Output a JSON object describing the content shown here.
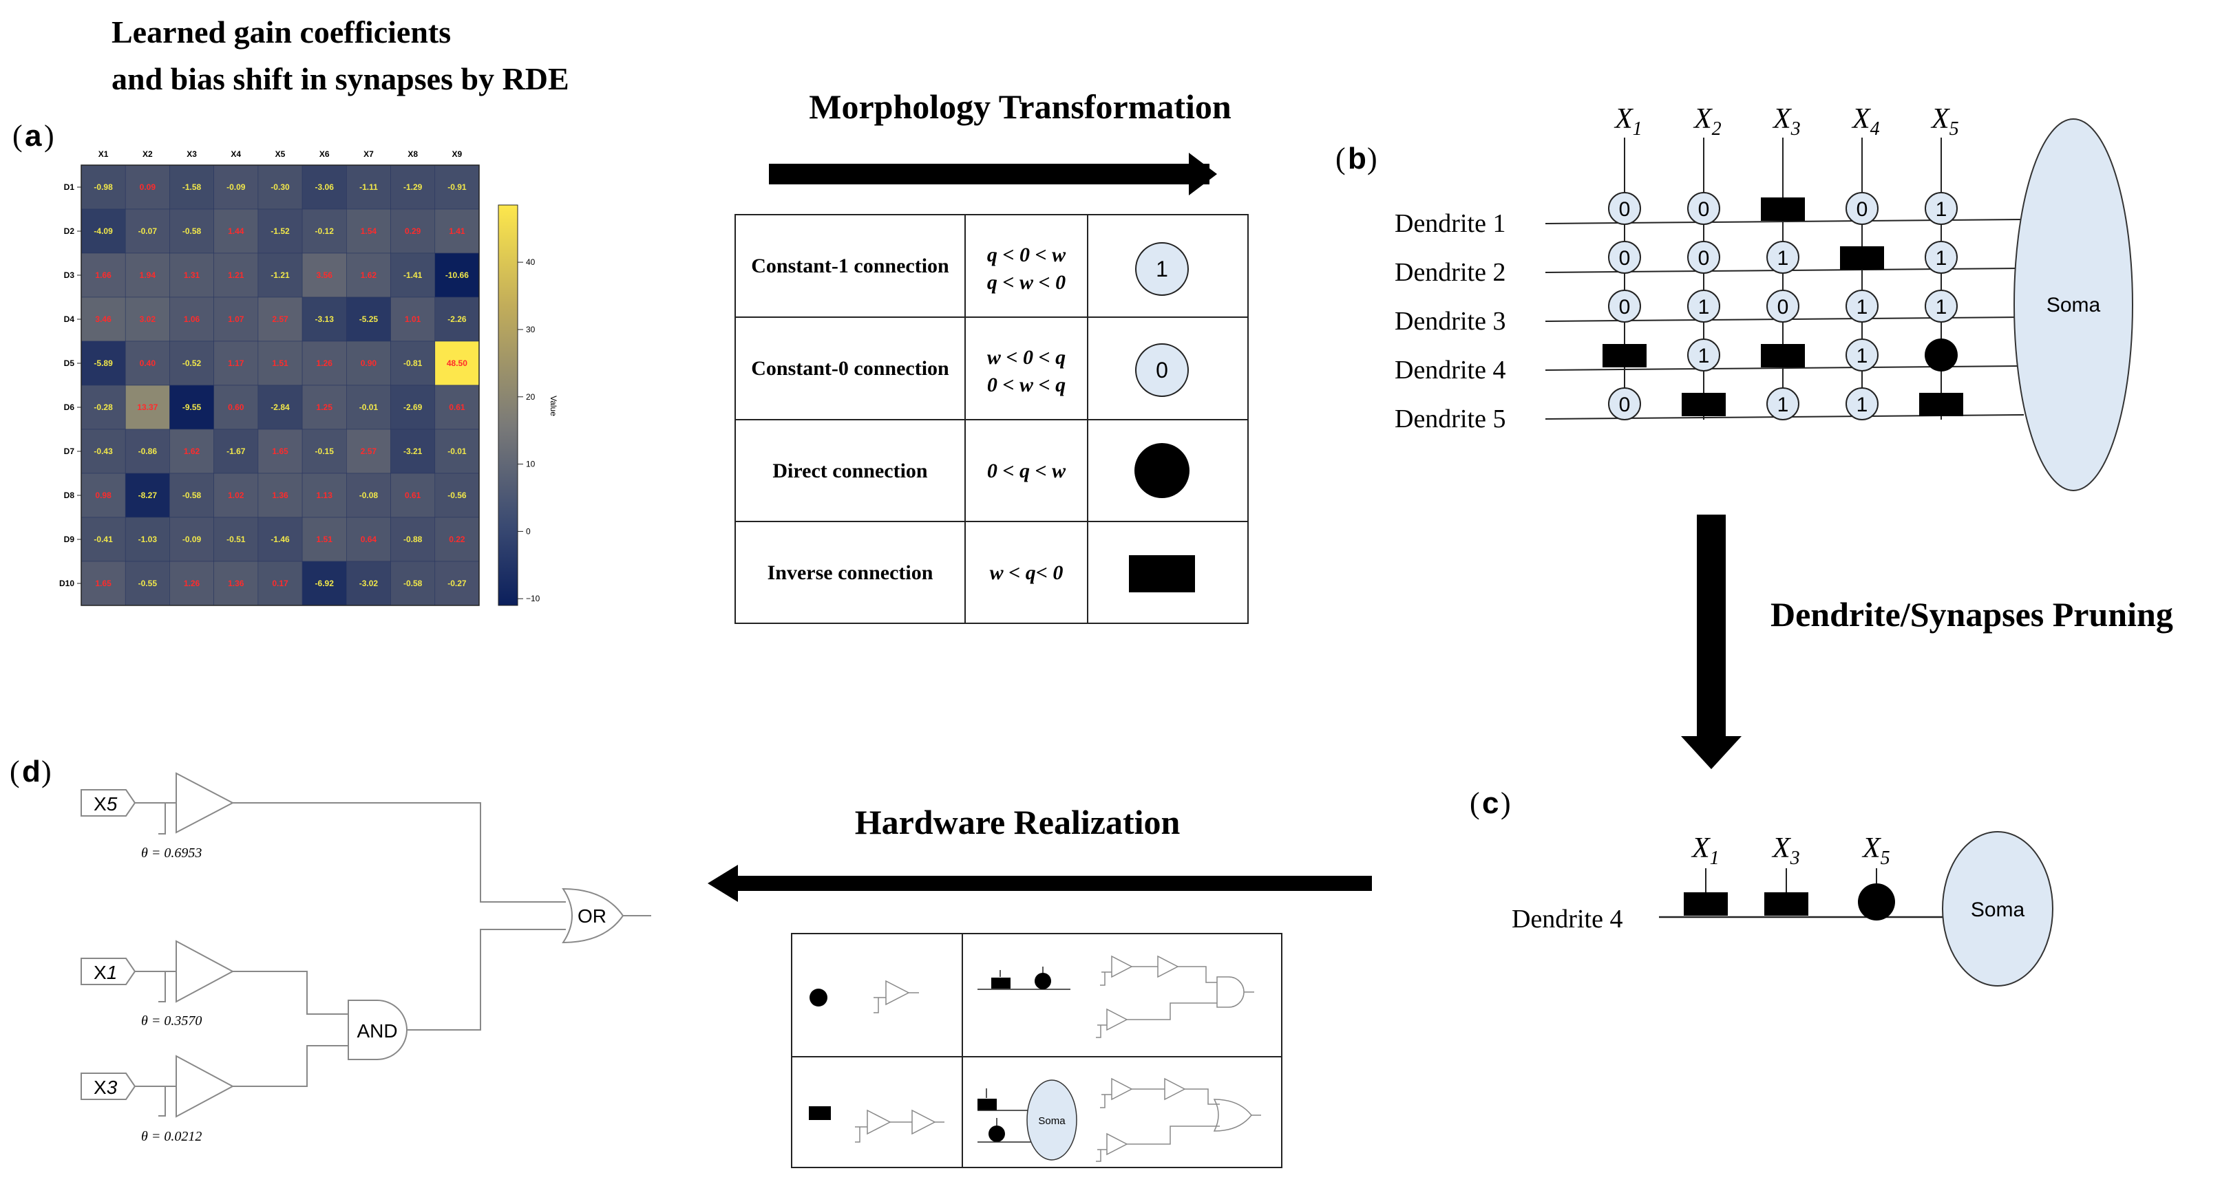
{
  "heatmap": {
    "title_line1": "Learned gain coefficients",
    "title_line2": "and bias shift in synapses by RDE",
    "panel_label": "a",
    "cols": [
      "X1",
      "X2",
      "X3",
      "X4",
      "X5",
      "X6",
      "X7",
      "X8",
      "X9"
    ],
    "rows": [
      "D1",
      "D2",
      "D3",
      "D4",
      "D5",
      "D6",
      "D7",
      "D8",
      "D9",
      "D10"
    ],
    "cells": [
      [
        "-0.98",
        "0.09",
        "-1.58",
        "-0.09",
        "-0.30",
        "-3.06",
        "-1.11",
        "-1.29",
        "-0.91"
      ],
      [
        "-4.09",
        "-0.07",
        "-0.58",
        "1.44",
        "-1.52",
        "-0.12",
        "1.54",
        "0.29",
        "1.41"
      ],
      [
        "1.66",
        "1.94",
        "1.31",
        "1.21",
        "-1.21",
        "3.56",
        "1.62",
        "-1.41",
        "-10.66"
      ],
      [
        "3.46",
        "3.02",
        "1.06",
        "1.07",
        "2.57",
        "-3.13",
        "-5.25",
        "1.01",
        "-2.26"
      ],
      [
        "-5.89",
        "0.40",
        "-0.52",
        "1.17",
        "1.51",
        "1.26",
        "0.90",
        "-0.81",
        "48.50"
      ],
      [
        "-0.28",
        "13.37",
        "-9.55",
        "0.60",
        "-2.84",
        "1.25",
        "-0.01",
        "-2.69",
        "0.61"
      ],
      [
        "-0.43",
        "-0.86",
        "1.62",
        "-1.67",
        "1.65",
        "-0.15",
        "2.57",
        "-3.21",
        "-0.01"
      ],
      [
        "0.98",
        "-8.27",
        "-0.58",
        "1.02",
        "1.36",
        "1.13",
        "-0.08",
        "0.61",
        "-0.56"
      ],
      [
        "-0.41",
        "-1.03",
        "-0.09",
        "-0.51",
        "-1.46",
        "1.51",
        "0.64",
        "-0.88",
        "0.22"
      ],
      [
        "1.65",
        "-0.55",
        "1.26",
        "1.36",
        "0.17",
        "-6.92",
        "-3.02",
        "-0.58",
        "-0.27"
      ]
    ],
    "colorbar_ticks": [
      "40",
      "30",
      "20",
      "10",
      "0",
      "−10"
    ],
    "colorbar_label": "Value",
    "color_low": "#0b1f5c",
    "color_mid": "#7a7a78",
    "color_high": "#fde74c"
  },
  "morph": {
    "title": "Morphology Transformation",
    "rows": [
      {
        "name": "Constant-1 connection",
        "cond1": "q < 0 < w",
        "cond2": "q < w < 0",
        "symbol": "1"
      },
      {
        "name": "Constant-0 connection",
        "cond1": "w < 0 < q",
        "cond2": "0 < w < q",
        "symbol": "0"
      },
      {
        "name": "Direct connection",
        "cond1": "0 < q < w",
        "cond2": "",
        "symbol": ""
      },
      {
        "name": "Inverse connection",
        "cond1": "w < q< 0",
        "cond2": "",
        "symbol": ""
      }
    ]
  },
  "panel_b": {
    "label": "b",
    "inputs": [
      "X",
      "X",
      "X",
      "X",
      "X"
    ],
    "input_subs": [
      "1",
      "2",
      "3",
      "4",
      "5"
    ],
    "dendrites": [
      "Dendrite 1",
      "Dendrite 2",
      "Dendrite 3",
      "Dendrite 4",
      "Dendrite 5"
    ],
    "grid": [
      [
        "0",
        "0",
        "inv",
        "0",
        "1"
      ],
      [
        "0",
        "0",
        "1",
        "inv",
        "1"
      ],
      [
        "0",
        "1",
        "0",
        "1",
        "1"
      ],
      [
        "inv",
        "1",
        "inv",
        "1",
        "dir"
      ],
      [
        "0",
        "inv",
        "1",
        "1",
        "inv"
      ]
    ],
    "soma": "Soma"
  },
  "pruning_label": "Dendrite/Synapses Pruning",
  "panel_c": {
    "label": "c",
    "inputs": [
      "X",
      "X",
      "X"
    ],
    "input_subs": [
      "1",
      "3",
      "5"
    ],
    "dendrite": "Dendrite 4",
    "soma": "Soma"
  },
  "hardware_title": "Hardware Realization",
  "hw_table": {
    "soma": "Soma"
  },
  "panel_d": {
    "label": "d",
    "inputs": [
      {
        "name": "X",
        "sub": "5",
        "theta": "θ = 0.6953"
      },
      {
        "name": "X",
        "sub": "1",
        "theta": "θ = 0.3570"
      },
      {
        "name": "X",
        "sub": "3",
        "theta": "θ = 0.0212"
      }
    ],
    "and_label": "AND",
    "or_label": "OR"
  }
}
